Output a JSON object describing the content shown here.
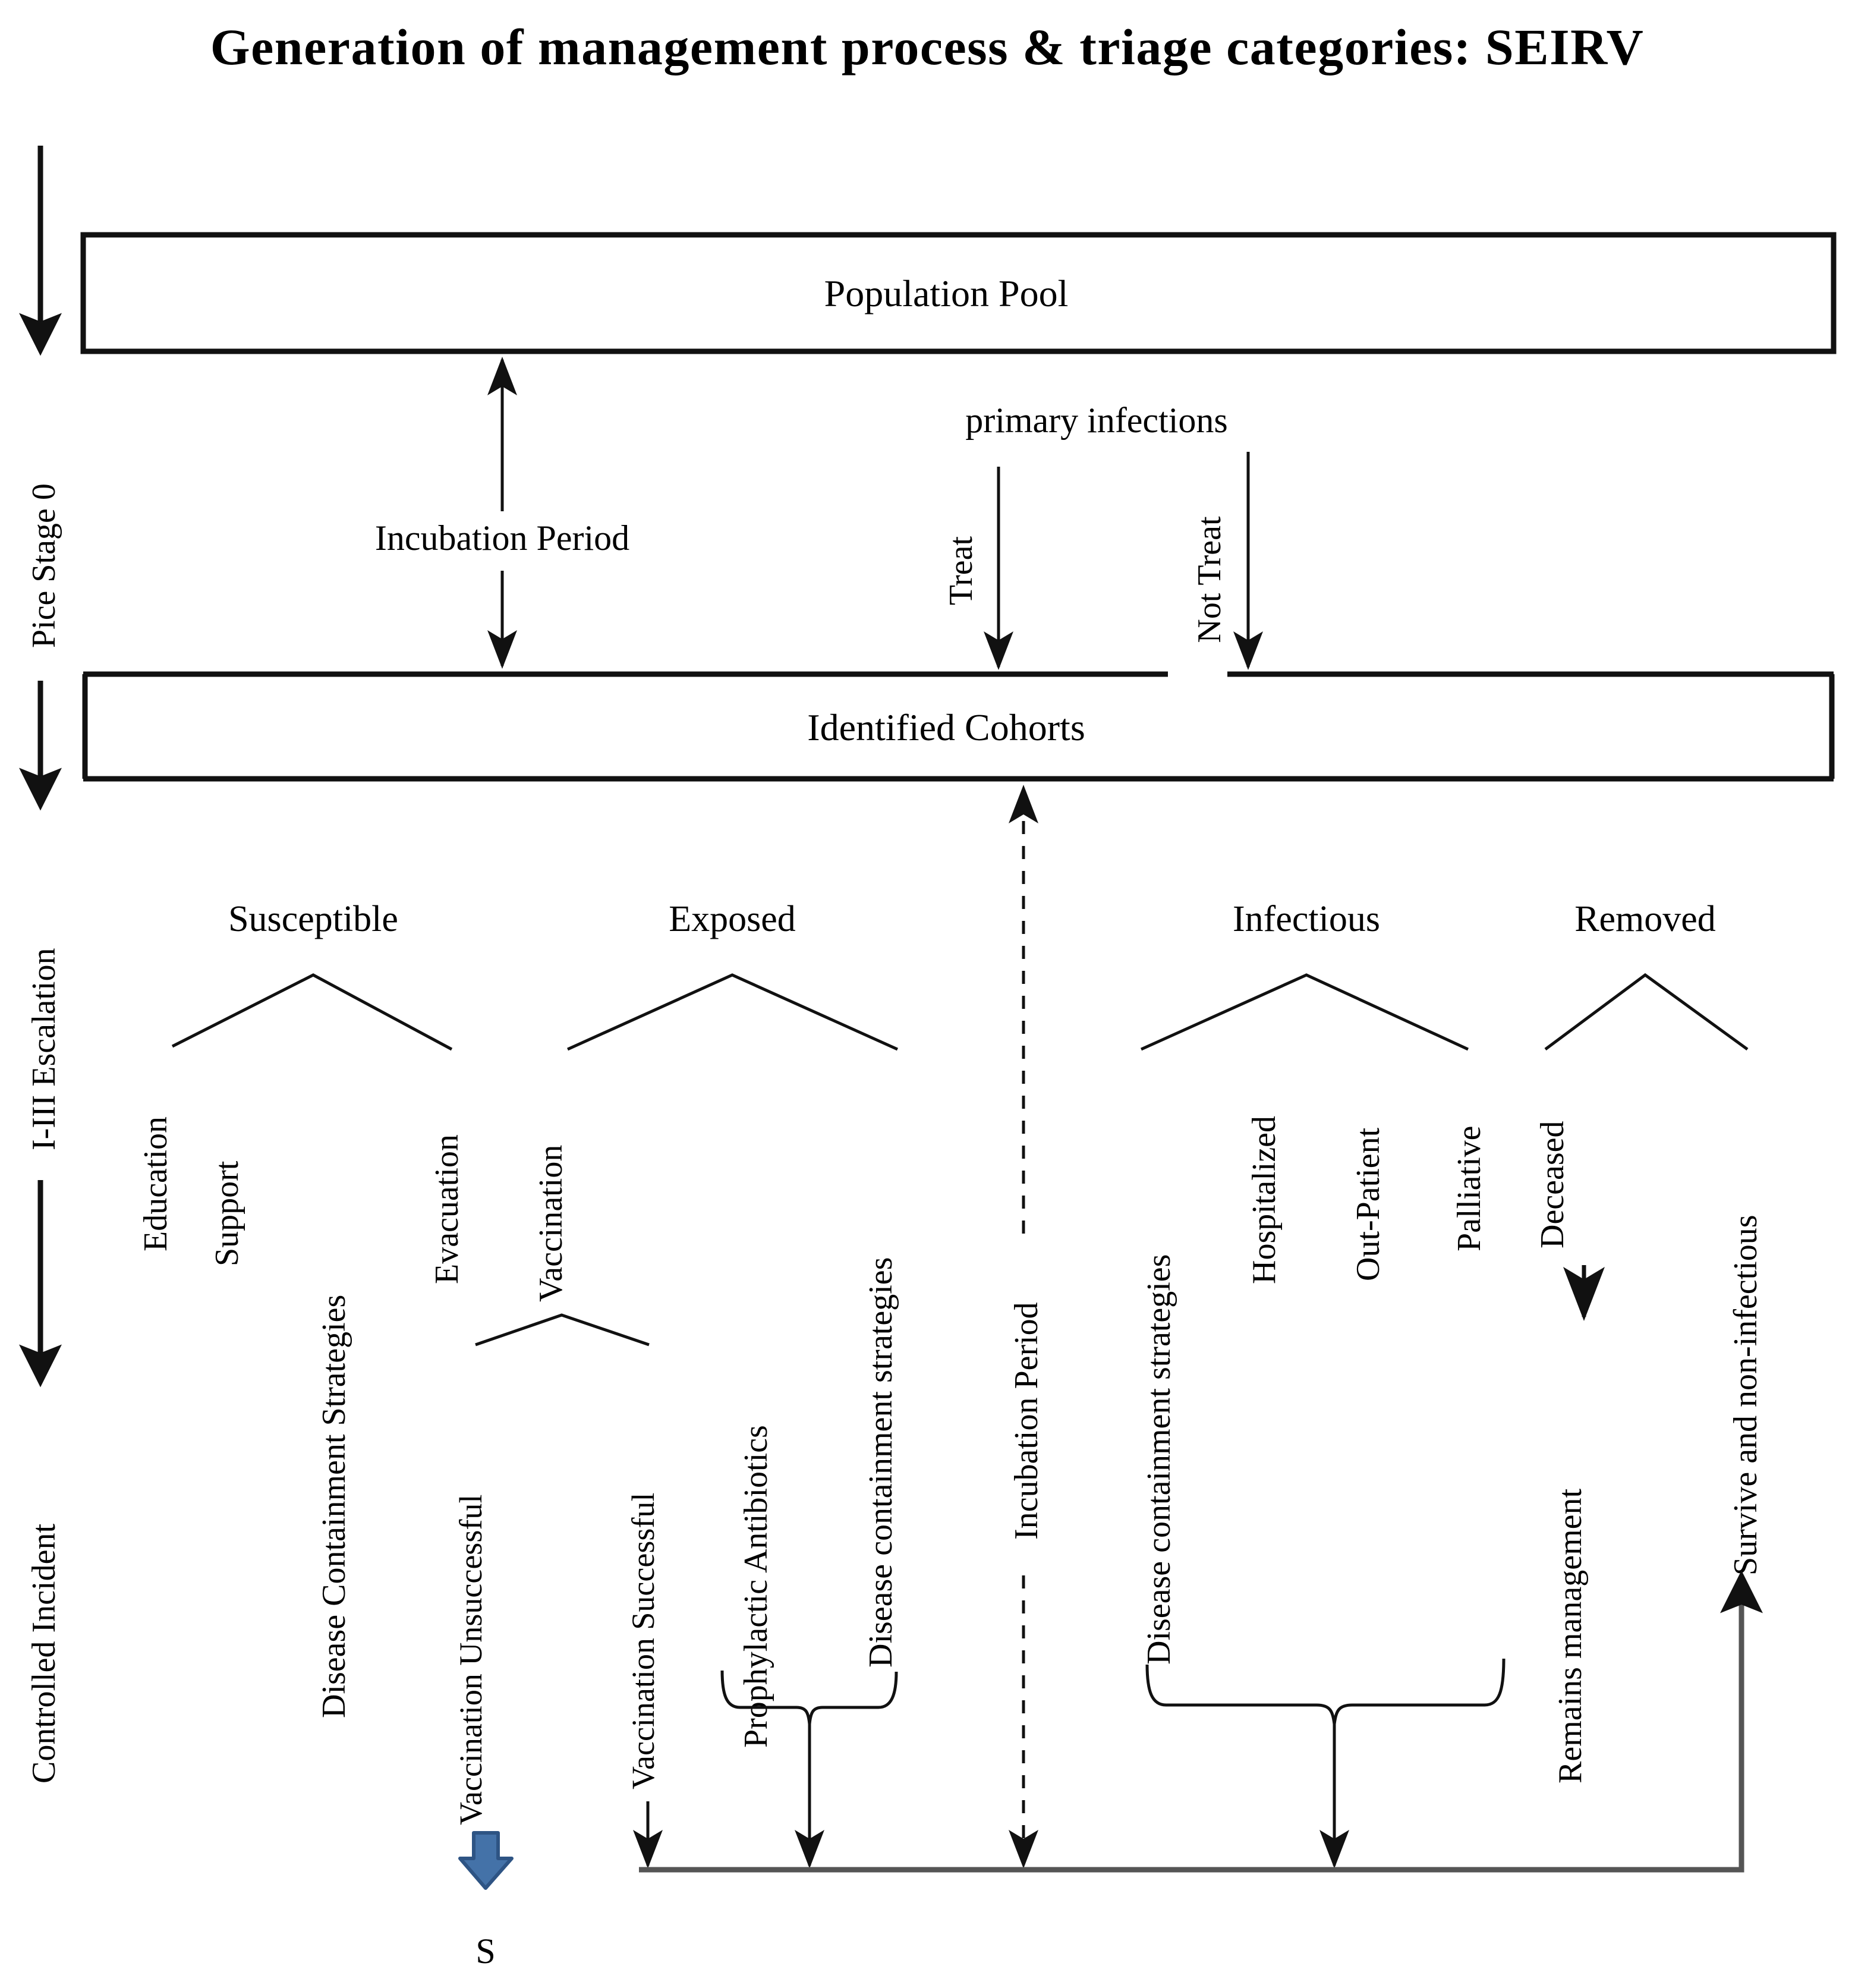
{
  "title": "Generation of management process & triage categories: SEIRV",
  "colors": {
    "line": "#1a1a1a",
    "text": "#000000",
    "blue_arrow_fill": "#4472A8",
    "blue_arrow_stroke": "#2E5484",
    "background": "#FFFFFF"
  },
  "stages": {
    "stage_0": "Pice Stage 0",
    "stage_escalation": "I-III  Escalation",
    "stage_controlled": "Controlled Incident"
  },
  "boxes": {
    "population_pool": "Population Pool",
    "identified_cohorts": "Identified Cohorts"
  },
  "flows": {
    "incubation_period_top": "Incubation Period",
    "primary_infections": "primary infections",
    "treat": "Treat",
    "not_treat": "Not Treat",
    "incubation_period_mid": "Incubation Period"
  },
  "categories": [
    {
      "name": "Susceptible",
      "branches": [
        "Education",
        "Support",
        "Disease Containment Strategies",
        "Evacuation"
      ],
      "sub": {
        "parent": "Vaccination",
        "children": [
          "Vaccination Unsuccessful",
          "Vaccination Successful"
        ]
      }
    },
    {
      "name": "Exposed",
      "branches": [
        "Vaccination",
        "Prophylactic Antibiotics",
        "Disease containment strategies"
      ]
    },
    {
      "name": "Infectious",
      "branches": [
        "Disease containment strategies",
        "Hospitalized",
        "Out-Patient",
        "Palliative"
      ]
    },
    {
      "name": "Removed",
      "branches": [
        "Deceased",
        "Survive and non-infectious"
      ],
      "sub": {
        "parent": "Deceased",
        "children": [
          "Remains management"
        ]
      }
    }
  ],
  "outcome": {
    "s_label": "S"
  }
}
